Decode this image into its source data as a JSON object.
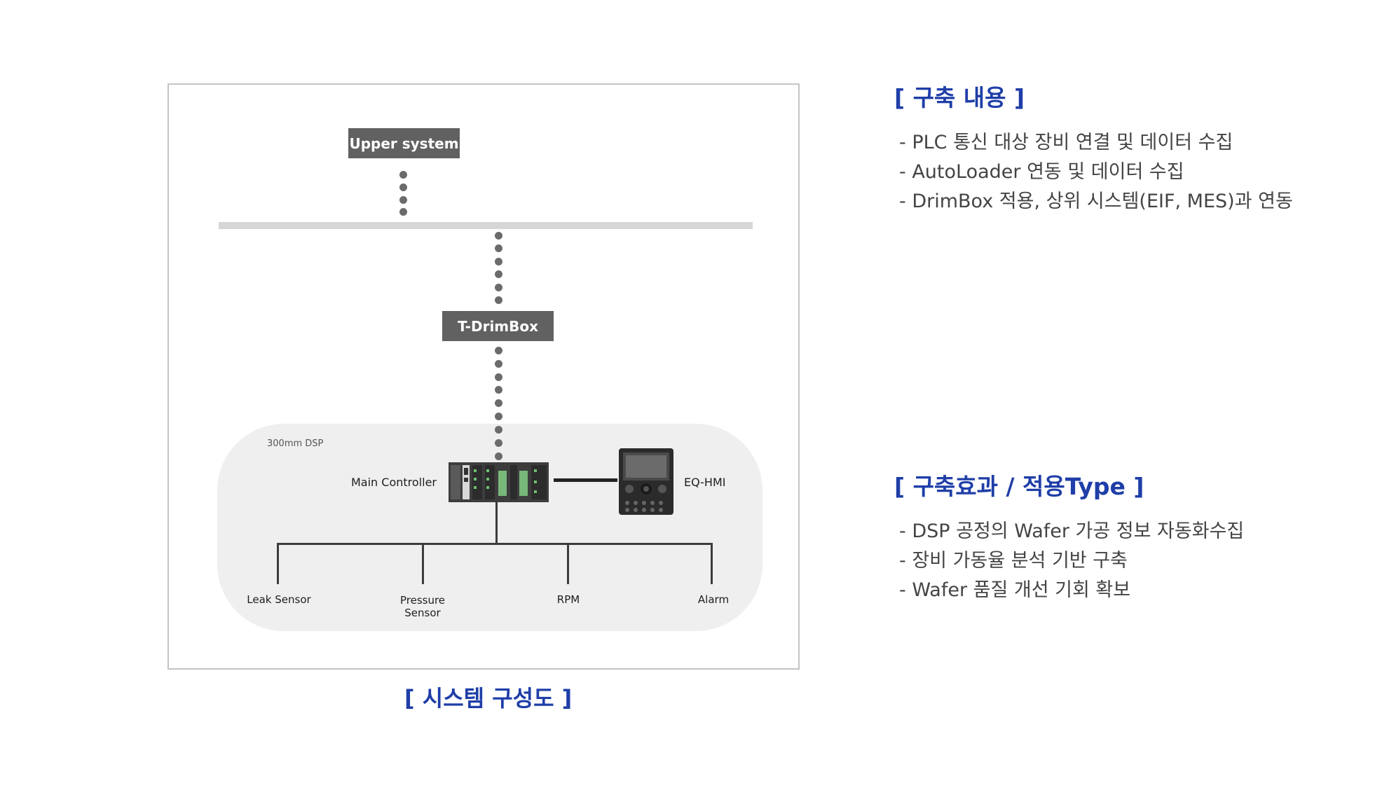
{
  "diagram": {
    "upper_system": "Upper system",
    "t_drimbox": "T-DrimBox",
    "dsp_label": "300mm DSP",
    "main_controller": "Main Controller",
    "eq_hmi": "EQ-HMI",
    "sensors": {
      "leak": "Leak Sensor",
      "pressure_1": "Pressure",
      "pressure_2": "Sensor",
      "rpm": "RPM",
      "alarm": "Alarm"
    },
    "caption": "[ 시스템 구성도 ]"
  },
  "section_build": {
    "title": "[ 구축 내용 ]",
    "items": [
      "- PLC 통신 대상 장비 연결 및 데이터 수집",
      "- AutoLoader 연동 및 데이터 수집",
      "- DrimBox 적용, 상위 시스템(EIF, MES)과 연동"
    ]
  },
  "section_effect": {
    "title": "[ 구축효과 / 적용Type ]",
    "items": [
      "- DSP 공정의 Wafer 가공 정보 자동화수집",
      "- 장비 가동율 분석 기반 구축",
      "- Wafer 품질 개선 기회 확보"
    ]
  },
  "colors": {
    "accent": "#1f3ea8",
    "box": "#616161",
    "dsp_background": "#efefef",
    "text": "#444444"
  }
}
